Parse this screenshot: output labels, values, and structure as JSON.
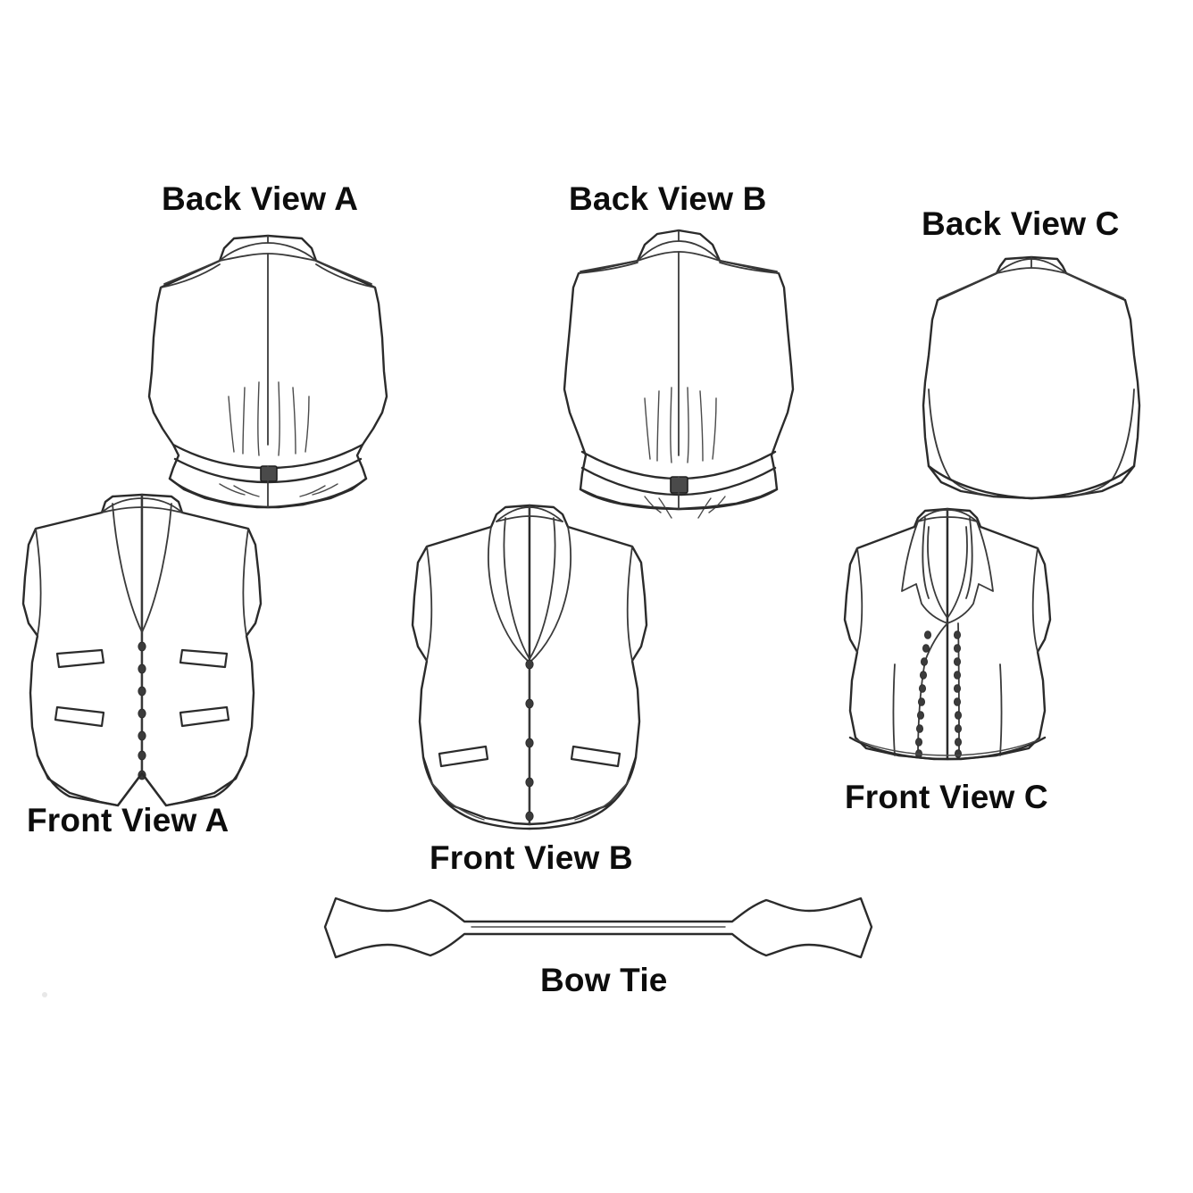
{
  "page": {
    "title": "Vest Sewing Pattern Technical Line Drawings",
    "background_color": "#ffffff",
    "ink_color": "#2b2b2b",
    "label_color": "#0d0d0d"
  },
  "figures": [
    {
      "id": "back-view-a",
      "label": "Back View A",
      "label_position": "above",
      "description": "Vest back with center back seam, shoulder yoke, gathered waist above a belt with center buckle, and curved split peplum hem",
      "details": {
        "center_back_seam": true,
        "yoke_seam": true,
        "belt": true,
        "buckle": "rectangular-slide-buckle",
        "gathers": 6,
        "hem": "curved split"
      }
    },
    {
      "id": "back-view-b",
      "label": "Back View B",
      "label_position": "above",
      "description": "Vest back, longer and straighter through the body, with center back seam, shoulder yoke, gathers at the waist, adjustable belt with buckle and straight split hem",
      "details": {
        "center_back_seam": true,
        "yoke_seam": true,
        "belt": true,
        "buckle": "rectangular-slide-buckle",
        "gathers": 6,
        "hem": "straight split"
      }
    },
    {
      "id": "back-view-c",
      "label": "Back View C",
      "label_position": "above",
      "description": "Plain vest back with a small stand collar band, side panel seams, no belt and a straight hem",
      "details": {
        "center_back_seam": false,
        "collar_band": true,
        "side_panel_seams": true,
        "belt": false,
        "hem": "straight"
      }
    },
    {
      "id": "front-view-a",
      "label": "Front View A",
      "label_position": "below",
      "description": "Single breasted vest front with deep V neckline, seven buttons, four slanted welt pockets and a pointed double-point hem",
      "details": {
        "neckline": "deep V",
        "buttons": 7,
        "button_rows": 1,
        "pockets": 4,
        "pocket_type": "slanted welt",
        "hem": "double point",
        "collar": "none"
      }
    },
    {
      "id": "front-view-b",
      "label": "Front View B",
      "label_position": "below",
      "description": "Single breasted vest front with a wide shawl collar, five buttons, two slanted welt pockets and a rounded curved hem",
      "details": {
        "neckline": "shawl collar",
        "buttons": 5,
        "button_rows": 1,
        "pockets": 2,
        "pocket_type": "slanted welt",
        "hem": "rounded",
        "collar": "shawl"
      }
    },
    {
      "id": "front-view-c",
      "label": "Front View C",
      "label_position": "below",
      "description": "Cropped double breasted vest front with notched lapels, two rows of ten buttons, princess seams and a straight hem",
      "details": {
        "neckline": "notched lapel",
        "buttons": 20,
        "buttons_per_row": 10,
        "button_rows": 2,
        "pockets": 0,
        "hem": "straight",
        "collar": "notched lapel",
        "closure": "double breasted"
      }
    },
    {
      "id": "bow-tie",
      "label": "Bow Tie",
      "label_position": "below",
      "description": "Flat bow tie pattern piece with a narrow center band and wide scalloped flared ends",
      "details": {
        "shape": "hourglass flat piece",
        "ends": 2,
        "center_band": "narrow"
      }
    }
  ]
}
